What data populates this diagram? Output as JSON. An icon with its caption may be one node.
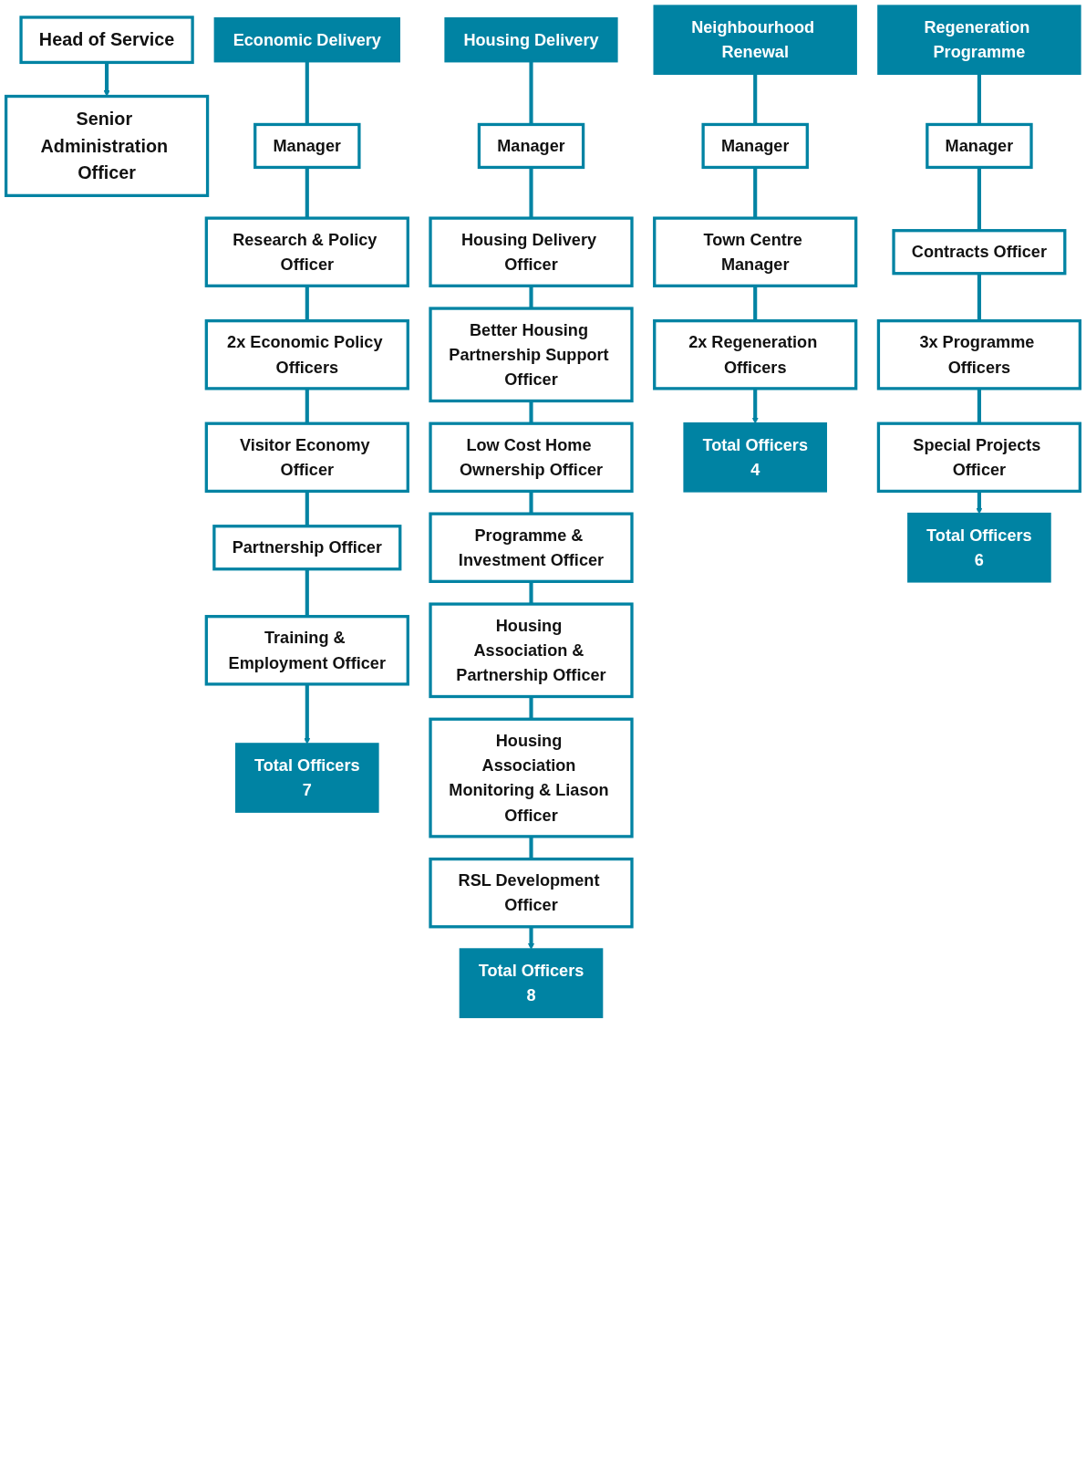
{
  "diagram": {
    "nodes": [
      {
        "text": [
          "Head of Service"
        ]
      },
      {
        "text": [
          "Senior Administration Officer"
        ]
      },
      {
        "text": [
          "Economic Delivery"
        ]
      },
      {
        "text": [
          "Manager"
        ]
      },
      {
        "text": [
          "Research & Policy Officer"
        ]
      },
      {
        "text": [
          "2x Economic Policy Officers"
        ]
      },
      {
        "text": [
          "Visitor Economy Officer"
        ]
      },
      {
        "text": [
          "Partnership Officer"
        ]
      },
      {
        "text": [
          "Training & Employment Officer"
        ]
      },
      {
        "text": [
          "Total Officers",
          "7"
        ]
      },
      {
        "text": [
          "Housing Delivery"
        ]
      },
      {
        "text": [
          "Manager"
        ]
      },
      {
        "text": [
          "Housing Delivery Officer"
        ]
      },
      {
        "text": [
          "Better Housing Partnership Support Officer"
        ]
      },
      {
        "text": [
          "Low Cost Home Ownership Officer"
        ]
      },
      {
        "text": [
          "Programme & Investment Officer"
        ]
      },
      {
        "text": [
          "Housing Association & Partnership Officer"
        ]
      },
      {
        "text": [
          "Housing Association Monitoring & Liason Officer"
        ]
      },
      {
        "text": [
          "RSL Development Officer"
        ]
      },
      {
        "text": [
          "Total Officers",
          "8"
        ]
      },
      {
        "text": [
          "Neighbourhood Renewal"
        ]
      },
      {
        "text": [
          "Manager"
        ]
      },
      {
        "text": [
          "Town Centre Manager"
        ]
      },
      {
        "text": [
          "2x Regeneration Officers"
        ]
      },
      {
        "text": [
          "Total Officers",
          "4"
        ]
      },
      {
        "text": [
          "Regeneration Programme"
        ]
      },
      {
        "text": [
          "Manager"
        ]
      },
      {
        "text": [
          "Contracts Officer"
        ]
      },
      {
        "text": [
          "3x Programme Officers"
        ]
      },
      {
        "text": [
          "Special Projects Officer"
        ]
      },
      {
        "text": [
          "Total Officers",
          "6"
        ]
      }
    ],
    "edges": [
      {
        "from": 0,
        "to": 1,
        "arrow": "to"
      },
      {
        "from": 2,
        "to": 3,
        "arrow": "none"
      },
      {
        "from": 3,
        "to": 4,
        "arrow": "none"
      },
      {
        "from": 4,
        "to": 5,
        "arrow": "none"
      },
      {
        "from": 5,
        "to": 6,
        "arrow": "none"
      },
      {
        "from": 6,
        "to": 7,
        "arrow": "none"
      },
      {
        "from": 7,
        "to": 8,
        "arrow": "none"
      },
      {
        "from": 8,
        "to": 9,
        "arrow": "to"
      },
      {
        "from": 10,
        "to": 11,
        "arrow": "none"
      },
      {
        "from": 11,
        "to": 12,
        "arrow": "none"
      },
      {
        "from": 12,
        "to": 13,
        "arrow": "none"
      },
      {
        "from": 13,
        "to": 14,
        "arrow": "none"
      },
      {
        "from": 14,
        "to": 15,
        "arrow": "none"
      },
      {
        "from": 15,
        "to": 16,
        "arrow": "none"
      },
      {
        "from": 16,
        "to": 17,
        "arrow": "none"
      },
      {
        "from": 17,
        "to": 18,
        "arrow": "none"
      },
      {
        "from": 18,
        "to": 19,
        "arrow": "to"
      },
      {
        "from": 20,
        "to": 21,
        "arrow": "none"
      },
      {
        "from": 21,
        "to": 22,
        "arrow": "none"
      },
      {
        "from": 22,
        "to": 23,
        "arrow": "none"
      },
      {
        "from": 23,
        "to": 24,
        "arrow": "to"
      },
      {
        "from": 25,
        "to": 26,
        "arrow": "none"
      },
      {
        "from": 26,
        "to": 27,
        "arrow": "none"
      },
      {
        "from": 27,
        "to": 28,
        "arrow": "none"
      },
      {
        "from": 28,
        "to": 29,
        "arrow": "none"
      },
      {
        "from": 29,
        "to": 30,
        "arrow": "to"
      }
    ]
  }
}
